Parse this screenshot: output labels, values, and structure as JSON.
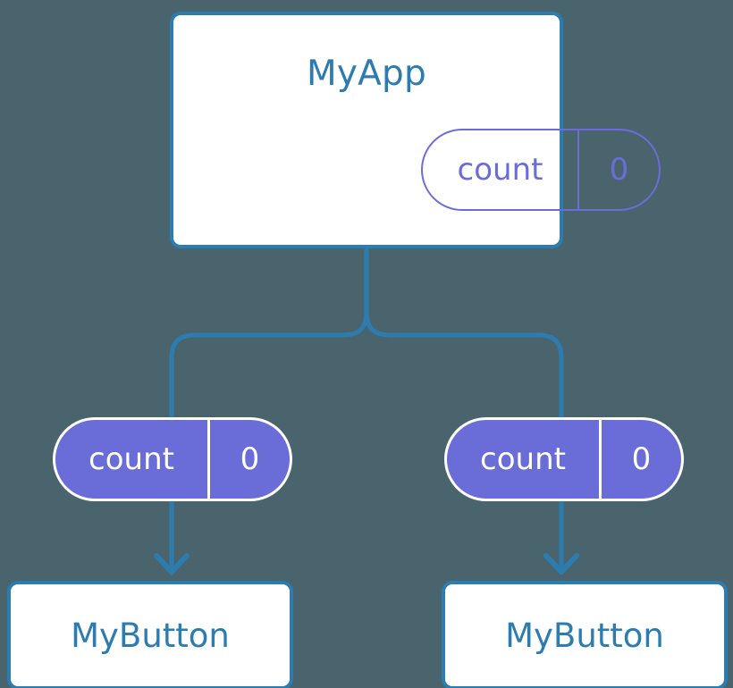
{
  "theme": {
    "background": "#4a646e",
    "accent_blue": "#2d7cb0",
    "accent_purple": "#6a6dd8",
    "card_fill": "#ffffff"
  },
  "diagram": {
    "type": "component-tree",
    "root": {
      "title": "MyApp",
      "state_pill": {
        "key": "count",
        "value": "0"
      }
    },
    "children": [
      {
        "state_pill": {
          "key": "count",
          "value": "0"
        },
        "component": {
          "title": "MyButton"
        }
      },
      {
        "state_pill": {
          "key": "count",
          "value": "0"
        },
        "component": {
          "title": "MyButton"
        }
      }
    ],
    "connectors": [
      {
        "name": "root-to-split",
        "kind": "line"
      },
      {
        "name": "split-branch-left",
        "kind": "elbow"
      },
      {
        "name": "split-branch-right",
        "kind": "elbow"
      },
      {
        "name": "pill-to-button-left",
        "kind": "arrow"
      },
      {
        "name": "pill-to-button-right",
        "kind": "arrow"
      }
    ]
  }
}
